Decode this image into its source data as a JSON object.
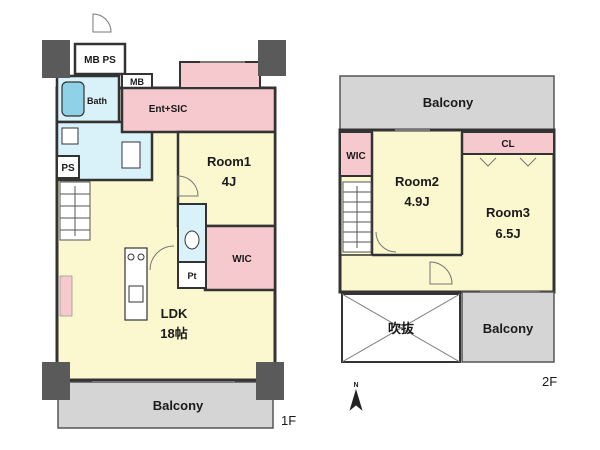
{
  "floor1": {
    "floor_label": "1F",
    "rooms": {
      "mb_ps": "MB PS",
      "mb": "MB",
      "bath": "Bath",
      "entrance": "Ent+SIC",
      "ps": "PS",
      "room1_name": "Room1",
      "room1_size": "4J",
      "wic": "WIC",
      "pt": "Pt",
      "ldk_name": "LDK",
      "ldk_size": "18帖",
      "balcony": "Balcony"
    }
  },
  "floor2": {
    "floor_label": "2F",
    "rooms": {
      "balcony_top": "Balcony",
      "wic": "WIC",
      "cl": "CL",
      "room2_name": "Room2",
      "room2_size": "4.9J",
      "room3_name": "Room3",
      "room3_size": "6.5J",
      "void": "吹抜",
      "balcony_right": "Balcony"
    }
  },
  "compass": {
    "north_label": "N"
  },
  "colors": {
    "room": "#fbf7cf",
    "wet": "#d9f1f8",
    "entrance": "#f6c9cf",
    "balcony": "#d5d5d5",
    "pillar": "#5a5a5a",
    "wall": "#333333"
  }
}
